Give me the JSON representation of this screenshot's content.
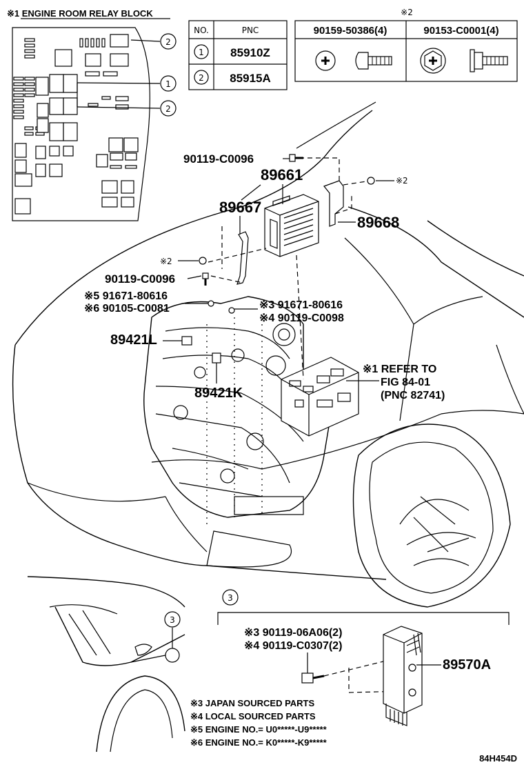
{
  "relay_block": {
    "title": "※1  ENGINE ROOM RELAY BLOCK"
  },
  "pnc_table": {
    "headers": [
      "NO.",
      "PNC"
    ],
    "rows": [
      {
        "no": "1",
        "pnc": "85910Z"
      },
      {
        "no": "2",
        "pnc": "85915A"
      }
    ]
  },
  "bolt_table": {
    "note_mark": "※2",
    "headers": [
      "90159-50386(4)",
      "90153-C0001(4)"
    ]
  },
  "callouts": {
    "one": "1",
    "two_a": "2",
    "two_b": "2",
    "three_a": "3",
    "three_b": "3"
  },
  "parts": {
    "p90119_c0096_top": "90119-C0096",
    "p89661": "89661",
    "p89667": "89667",
    "p89668": "89668",
    "mark2_right": "※2",
    "mark2_left": "※2",
    "p90119_c0096_left": "90119-C0096",
    "p91671_80616_left": "※5 91671-80616",
    "p90105_c0081": "※6 90105-C0081",
    "p91671_80616_right": "※3 91671-80616",
    "p90119_c0098": "※4 90119-C0098",
    "p89421L": "89421L",
    "p89421K": "89421K",
    "refer_line1": "※1 REFER TO",
    "refer_line2": "FIG 84-01",
    "refer_line3": "(PNC 82741)",
    "p90119_06a06": "※3 90119-06A06(2)",
    "p90119_c0307": "※4 90119-C0307(2)",
    "p89570A": "89570A"
  },
  "notes": [
    "※3 JAPAN SOURCED PARTS",
    "※4 LOCAL SOURCED PARTS",
    "※5 ENGINE NO.= U0*****-U9*****",
    "※6 ENGINE NO.= K0*****-K9*****"
  ],
  "figure_code": "84H454D"
}
